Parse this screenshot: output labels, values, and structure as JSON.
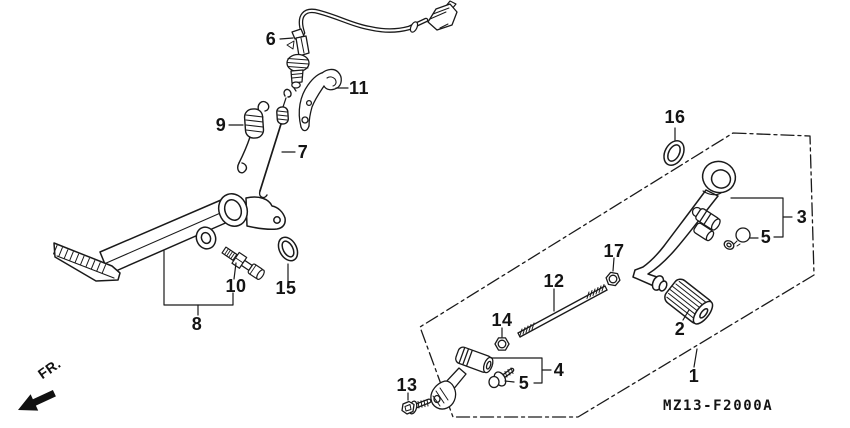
{
  "diagram": {
    "description": "Exploded parts diagram of brake pedal and gear change pedal",
    "part_code": "MZ13-F2000A",
    "fr_label": "FR.",
    "colors": {
      "line": "#1a1a1a",
      "background": "#ffffff"
    },
    "callouts": {
      "c1": "1",
      "c2": "2",
      "c3": "3",
      "c4": "4",
      "c5a": "5",
      "c5b": "5",
      "c6": "6",
      "c7": "7",
      "c8": "8",
      "c9": "9",
      "c10": "10",
      "c11": "11",
      "c12": "12",
      "c13": "13",
      "c14": "14",
      "c15": "15",
      "c16": "16",
      "c17": "17"
    }
  }
}
